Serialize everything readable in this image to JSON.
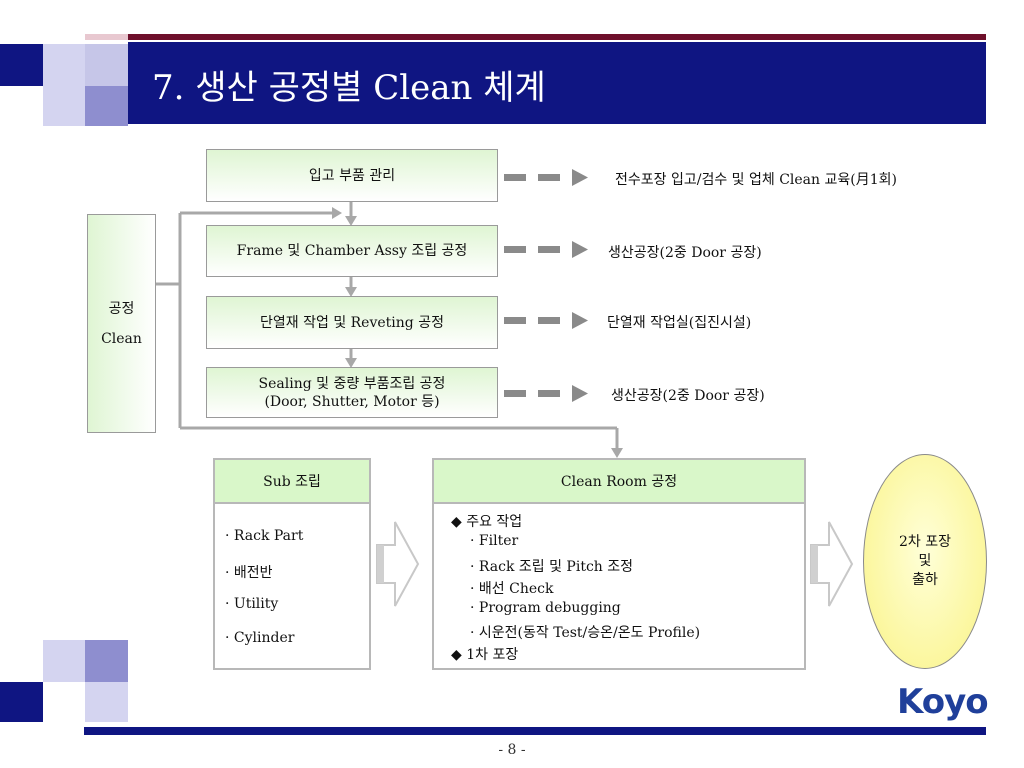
{
  "header": {
    "title": "7. 생산 공정별 Clean 체계"
  },
  "left_box": {
    "line1": "공정",
    "line2": "Clean"
  },
  "steps": [
    {
      "label": "입고 부품 관리",
      "note": "전수포장 입고/검수 및 업체 Clean 교육(月1회)"
    },
    {
      "label": "Frame 및 Chamber Assy 조립 공정",
      "note": "생산공장(2중 Door 공장)"
    },
    {
      "label": "단열재 작업 및 Reveting 공정",
      "note": "단열재 작업실(집진시설)"
    },
    {
      "label_line1": "Sealing 및 중량 부품조립 공정",
      "label_line2": "(Door, Shutter, Motor 등)",
      "note": "생산공장(2중 Door 공장)"
    }
  ],
  "sub_assembly": {
    "header": "Sub 조립",
    "items": [
      "· Rack Part",
      "· 배전반",
      "· Utility",
      "· Cylinder"
    ]
  },
  "clean_room": {
    "header": "Clean Room 공정",
    "main_label": "◆ 주요 작업",
    "items": [
      "· Filter",
      "· Rack 조립 및 Pitch 조정",
      "· 배선 Check",
      "· Program debugging",
      "· 시운전(동작 Test/승온/온도 Profile)"
    ],
    "last_label": "◆ 1차 포장"
  },
  "final": {
    "line1": "2차 포장",
    "line2": "및",
    "line3": "출하"
  },
  "footer": {
    "page": "- 8 -",
    "logo": "Koyo"
  },
  "colors": {
    "title_bar": "#0f1582",
    "accent_dark_red": "#6e0f2b",
    "box_green": "#d9f7c9",
    "oval_yellow": "#fbf69a"
  }
}
